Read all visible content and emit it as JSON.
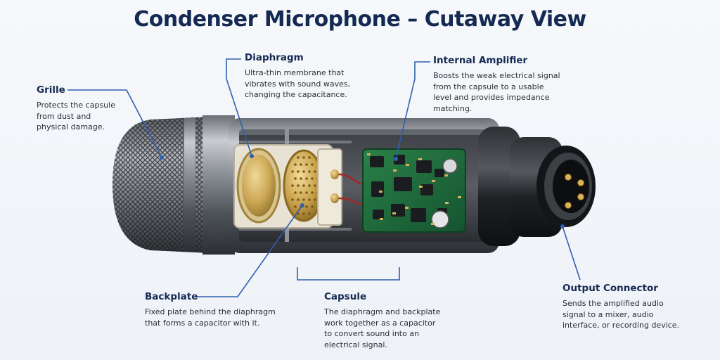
{
  "title": "Condenser Microphone – Cutaway View",
  "labels": {
    "grille": {
      "title": "Grille",
      "lines": [
        "Protects the capsule",
        "from dust and",
        "physical damage."
      ]
    },
    "diaphragm": {
      "title": "Diaphragm",
      "lines": [
        "Ultra-thin membrane that",
        "vibrates with sound waves,",
        "changing the capacitance."
      ]
    },
    "amplifier": {
      "title": "Internal Amplifier",
      "lines": [
        "Boosts the weak electrical signal",
        "from the capsule to a usable",
        "level and provides impedance",
        "matching."
      ]
    },
    "backplate": {
      "title": "Backplate",
      "lines": [
        "Fixed plate behind the diaphragm",
        "that forms a capacitor with it."
      ]
    },
    "capsule": {
      "title": "Capsule",
      "lines": [
        "The diaphragm and backplate",
        "work together as a capacitor",
        "to convert sound into an",
        "electrical signal."
      ]
    },
    "connector": {
      "title": "Output Connector",
      "lines": [
        "Sends the amplified audio",
        "signal to a mixer, audio",
        "interface, or recording device."
      ]
    }
  },
  "colors": {
    "heading": "#152a52",
    "leader": "#2f5fb0",
    "brass": "#c9a24a",
    "pcb": "#1f6b3a"
  }
}
